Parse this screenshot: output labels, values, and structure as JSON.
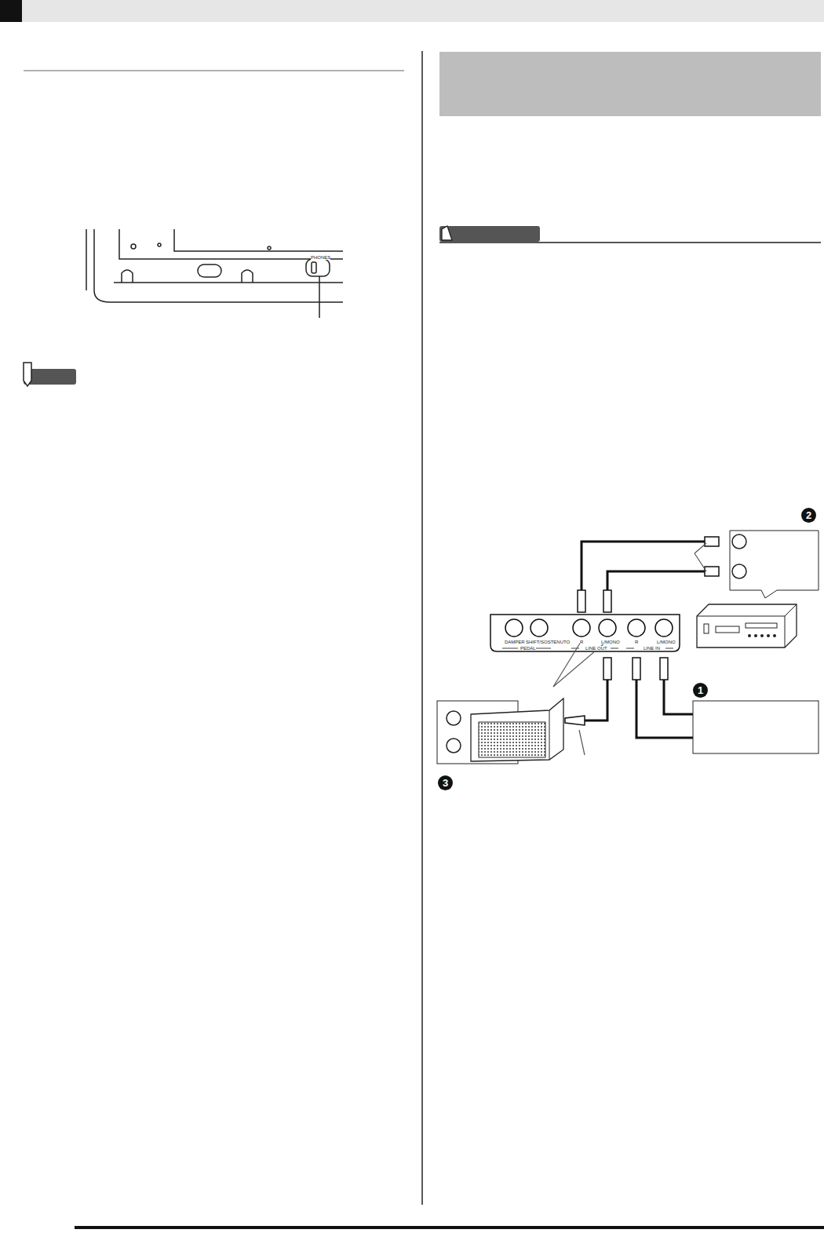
{
  "diagram": {
    "labels": [
      "PHONES",
      "DAMPER",
      "SHIFT/SOSTENUTO",
      "PEDAL",
      "R",
      "L/MONO",
      "LINE OUT",
      "R",
      "L/MONO",
      "LINE IN",
      "1",
      "2",
      "3"
    ]
  }
}
